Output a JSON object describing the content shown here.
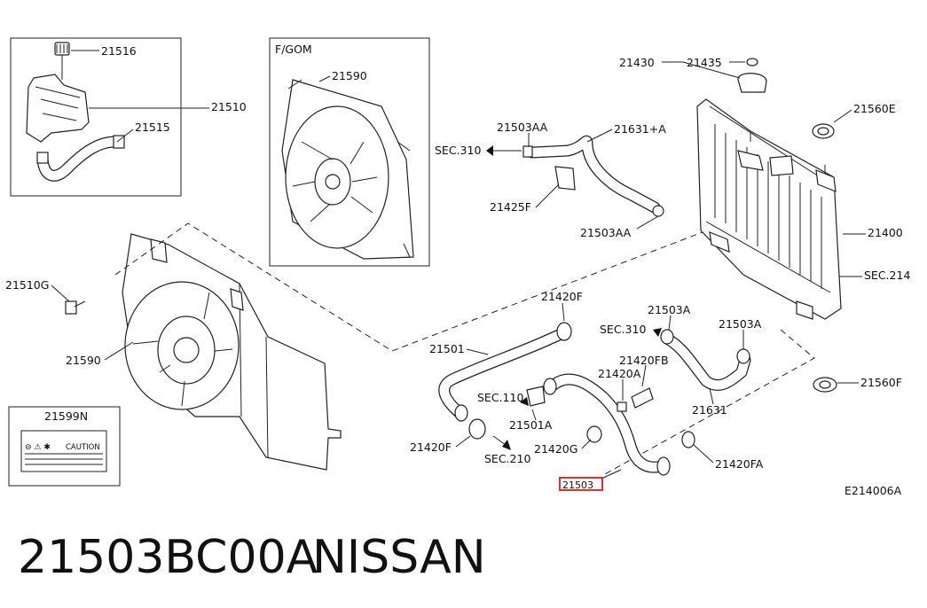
{
  "callouts": {
    "c21516": "21516",
    "c21510": "21510",
    "c21515": "21515",
    "fgom": "F/GOM",
    "c21590_inset": "21590",
    "c21430": "21430",
    "c21435": "21435",
    "c21560E": "21560E",
    "c21503AA_top": "21503AA",
    "c21631A": "21631+A",
    "sec310_top": "SEC.310",
    "c21425F": "21425F",
    "c21503AA_bot": "21503AA",
    "c21400": "21400",
    "sec214": "SEC.214",
    "c21510G": "21510G",
    "c21590_main": "21590",
    "c21420F_top": "21420F",
    "c21503A_a": "21503A",
    "sec310_mid": "SEC.310",
    "c21503A_b": "21503A",
    "c21501": "21501",
    "c21420FB": "21420FB",
    "c21420A": "21420A",
    "sec110": "SEC.110",
    "c21501A": "21501A",
    "c21631": "21631",
    "c21560F": "21560F",
    "c21599N": "21599N",
    "c21420F_bot": "21420F",
    "c21420G": "21420G",
    "sec210": "SEC.210",
    "c21420FA": "21420FA",
    "c21503_highlight": "21503",
    "code": "E214006A"
  },
  "label_caution": "CAUTION",
  "footer": {
    "part_number": "21503BC00A",
    "brand": "NISSAN"
  },
  "colors": {
    "highlight": "#e0302a",
    "ink": "#222222"
  }
}
